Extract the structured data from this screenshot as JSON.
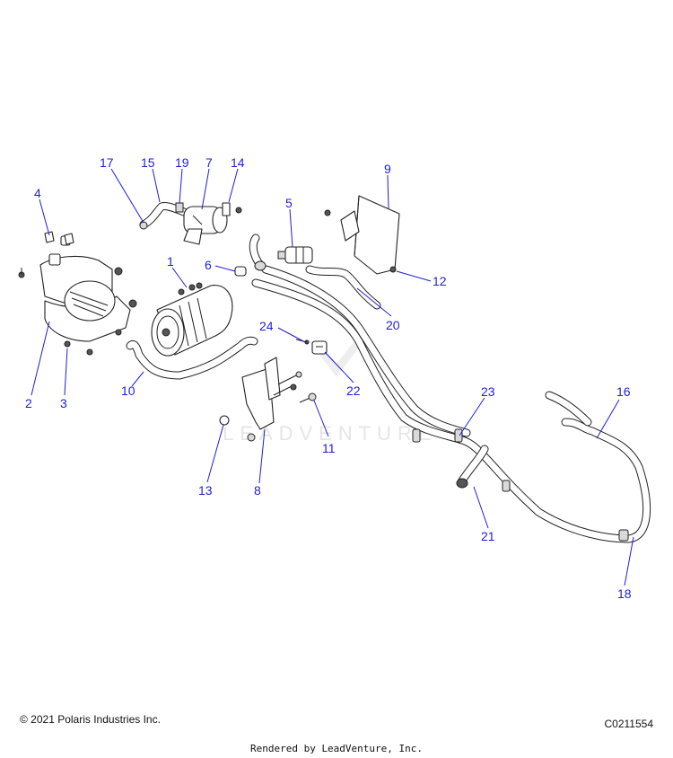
{
  "watermark": "LEADVENTURE",
  "callouts": [
    "17",
    "15",
    "19",
    "7",
    "14",
    "9",
    "4",
    "5",
    "1",
    "6",
    "12",
    "20",
    "24",
    "22",
    "2",
    "3",
    "10",
    "23",
    "16",
    "11",
    "13",
    "8",
    "21",
    "18"
  ],
  "footer": {
    "copyright": "© 2021 Polaris Industries Inc.",
    "figure_id": "C0211554",
    "rendered_by": "Rendered by LeadVenture, Inc."
  }
}
